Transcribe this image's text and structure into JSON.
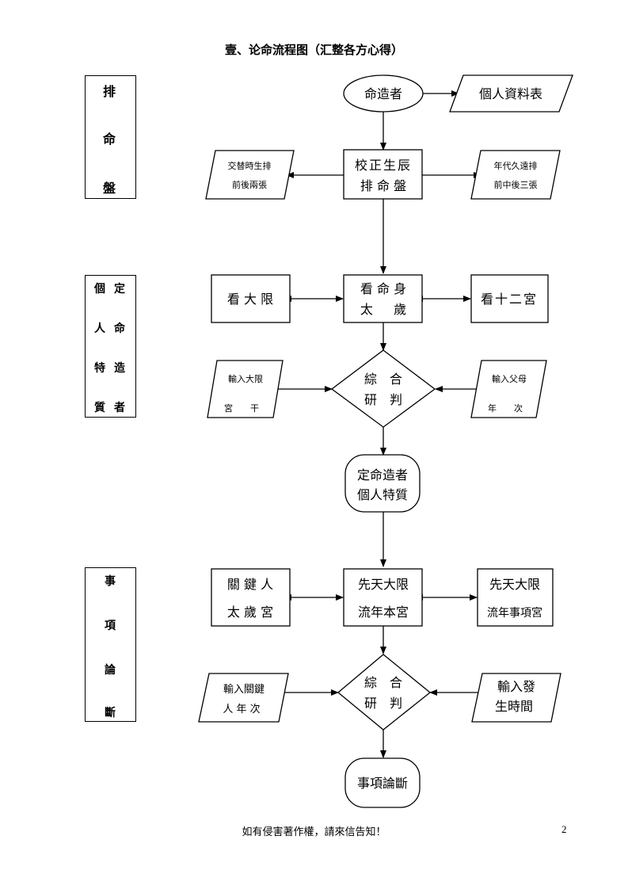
{
  "title": "壹、论命流程图（汇整各方心得）",
  "sections": {
    "s1": [
      "排",
      "命",
      "盤"
    ],
    "s2": [
      "個",
      "定",
      "人",
      "命",
      "特",
      "造",
      "質",
      "者"
    ],
    "s3": [
      "事",
      "項",
      "論",
      "斷"
    ]
  },
  "nodes": {
    "client": "命造者",
    "profile": "個人資料表",
    "calibrate": [
      "校正生辰",
      "排 命 盤"
    ],
    "transition": [
      "交替時生排",
      "前後兩張"
    ],
    "olden": [
      "年代久遠排",
      "前中後三張"
    ],
    "daxian": "看 大 限",
    "mingshen": [
      "看 命 身",
      "太 　 歲"
    ],
    "twelve": "看十二宮",
    "input_dx": [
      "輸入大限",
      "宮　　干"
    ],
    "synth1": [
      "綜　合",
      "研　判"
    ],
    "input_parent": [
      "輸入父母",
      "年　　次"
    ],
    "traits": [
      "定命造者",
      "個人特質"
    ],
    "keyperson": [
      "關 鍵 人",
      "太 歲 宮"
    ],
    "natal": [
      "先天大限",
      "流年本宮"
    ],
    "natal_events": [
      "先天大限",
      "流年事項宮"
    ],
    "input_key": [
      "輸入關鍵",
      "人 年 次"
    ],
    "synth2": [
      "綜　合",
      "研　判"
    ],
    "input_event": [
      "輸入發",
      "生時間"
    ],
    "judgment": "事項論斷"
  },
  "footer": "如有侵害著作權，請來信告知！",
  "page_number": "2"
}
